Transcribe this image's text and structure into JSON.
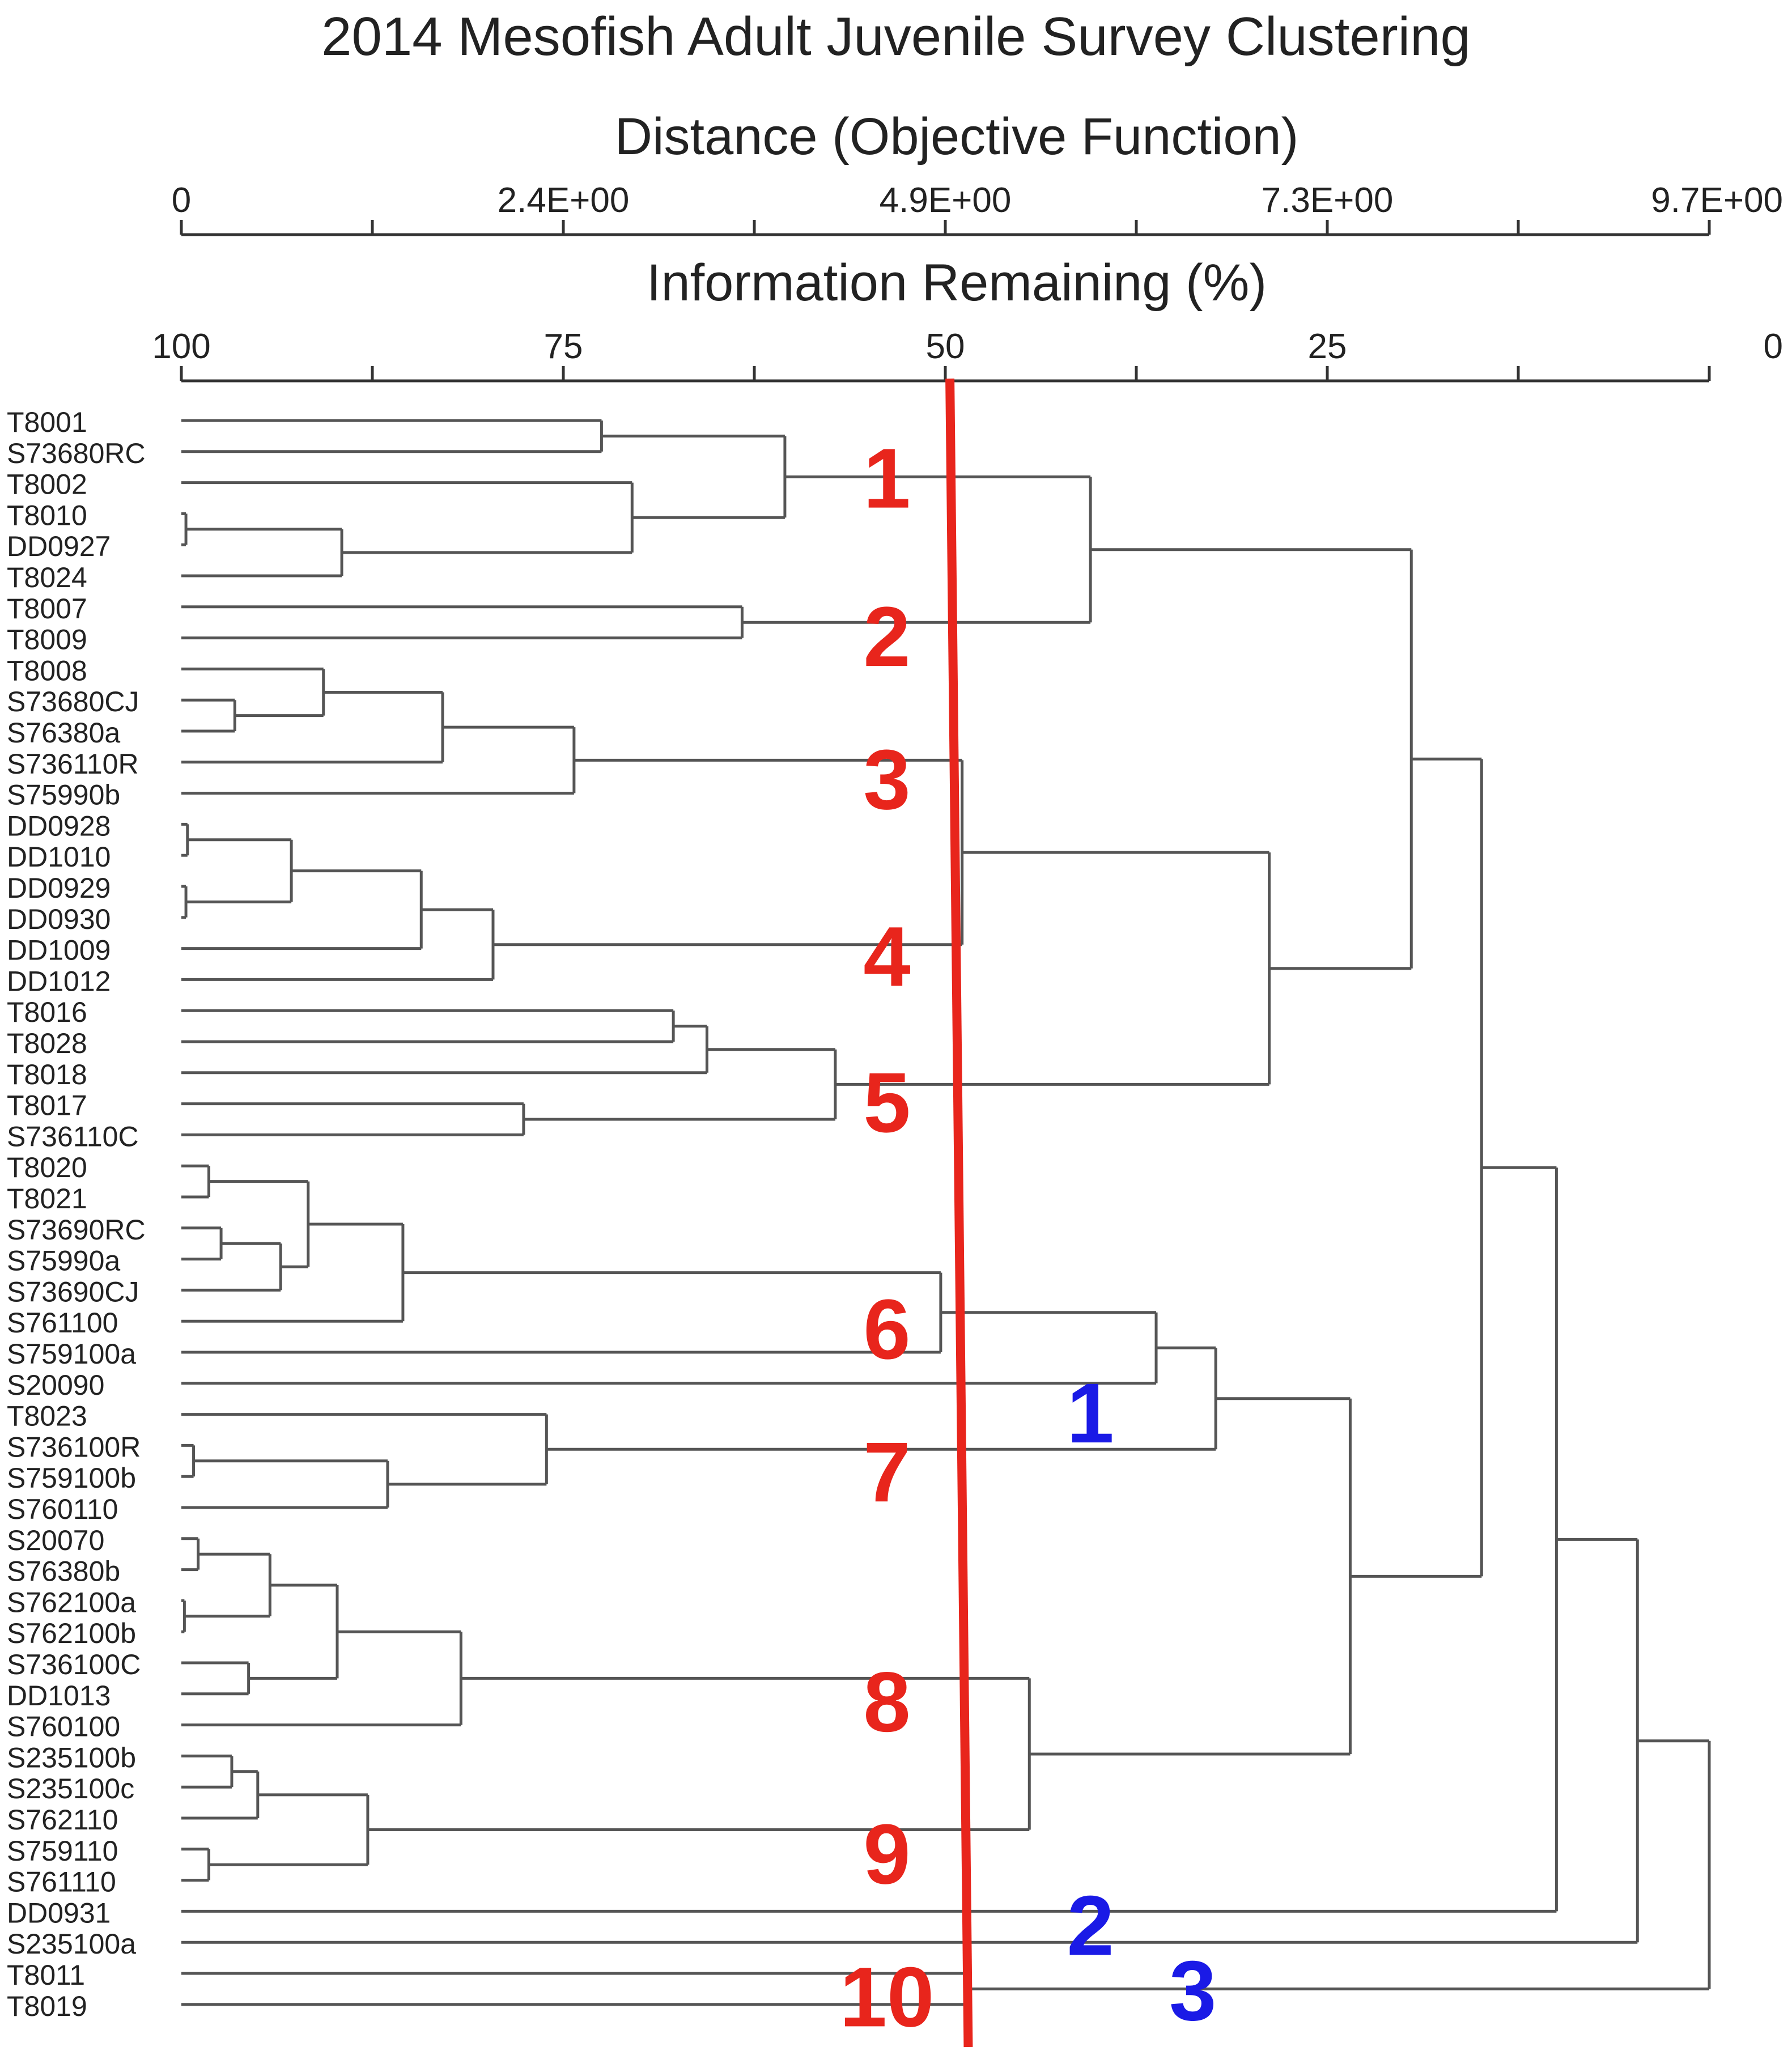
{
  "title": "2014 Mesofish Adult Juvenile Survey Clustering",
  "top_axis": {
    "label": "Distance (Objective Function)",
    "tick_labels": [
      "0",
      "2.4E+00",
      "4.9E+00",
      "7.3E+00",
      "9.7E+00"
    ]
  },
  "bottom_axis": {
    "label": "Information Remaining (%)",
    "tick_labels": [
      "100",
      "75",
      "50",
      "25",
      "0"
    ]
  },
  "leaves": [
    "T8001",
    "S73680RC",
    "T8002",
    "T8010",
    "DD0927",
    "T8024",
    "T8007",
    "T8009",
    "T8008",
    "S73680CJ",
    "S76380a",
    "S736110R",
    "S75990b",
    "DD0928",
    "DD1010",
    "DD0929",
    "DD0930",
    "DD1009",
    "DD1012",
    "T8016",
    "T8028",
    "T8018",
    "T8017",
    "S736110C",
    "T8020",
    "T8021",
    "S73690RC",
    "S75990a",
    "S73690CJ",
    "S761100",
    "S759100a",
    "S20090",
    "T8023",
    "S736100R",
    "S759100b",
    "S760110",
    "S20070",
    "S76380b",
    "S762100a",
    "S762100b",
    "S736100C",
    "DD1013",
    "S760100",
    "S235100b",
    "S235100c",
    "S762110",
    "S759110",
    "S761110",
    "DD0931",
    "S235100a",
    "T8011",
    "T8019"
  ],
  "merges": [
    {
      "a": "L0",
      "b": "L1",
      "info": 72.5
    },
    {
      "a": "L3",
      "b": "L4",
      "info": 99.7
    },
    {
      "a": "M1",
      "b": "L5",
      "info": 89.5
    },
    {
      "a": "L2",
      "b": "M2",
      "info": 70.5
    },
    {
      "a": "M0",
      "b": "M3",
      "info": 60.5
    },
    {
      "a": "L6",
      "b": "L7",
      "info": 63.3
    },
    {
      "a": "M4",
      "b": "M5",
      "info": 40.5
    },
    {
      "a": "L9",
      "b": "L10",
      "info": 96.5
    },
    {
      "a": "L8",
      "b": "M7",
      "info": 90.7
    },
    {
      "a": "M8",
      "b": "L11",
      "info": 82.9
    },
    {
      "a": "M9",
      "b": "L12",
      "info": 74.3
    },
    {
      "a": "L13",
      "b": "L14",
      "info": 99.6
    },
    {
      "a": "L15",
      "b": "L16",
      "info": 99.7
    },
    {
      "a": "M11",
      "b": "M12",
      "info": 92.8
    },
    {
      "a": "M13",
      "b": "L17",
      "info": 84.3
    },
    {
      "a": "M14",
      "b": "L18",
      "info": 79.6
    },
    {
      "a": "M10",
      "b": "M15",
      "info": 48.9
    },
    {
      "a": "L19",
      "b": "L20",
      "info": 67.8
    },
    {
      "a": "M17",
      "b": "L21",
      "info": 65.6
    },
    {
      "a": "L22",
      "b": "L23",
      "info": 77.6
    },
    {
      "a": "M18",
      "b": "M19",
      "info": 57.2
    },
    {
      "a": "M16",
      "b": "M20",
      "info": 28.8
    },
    {
      "a": "M6",
      "b": "M21",
      "info": 19.5
    },
    {
      "a": "L24",
      "b": "L25",
      "info": 98.2
    },
    {
      "a": "L26",
      "b": "L27",
      "info": 97.4
    },
    {
      "a": "M24",
      "b": "L28",
      "info": 93.5
    },
    {
      "a": "M23",
      "b": "M25",
      "info": 91.7
    },
    {
      "a": "M26",
      "b": "L29",
      "info": 85.5
    },
    {
      "a": "M27",
      "b": "L30",
      "info": 50.3
    },
    {
      "a": "M28",
      "b": "L31",
      "info": 36.2
    },
    {
      "a": "L33",
      "b": "L34",
      "info": 99.2
    },
    {
      "a": "M30",
      "b": "L35",
      "info": 86.5
    },
    {
      "a": "L32",
      "b": "M31",
      "info": 76.1
    },
    {
      "a": "M29",
      "b": "M32",
      "info": 32.3
    },
    {
      "a": "L36",
      "b": "L37",
      "info": 98.9
    },
    {
      "a": "L38",
      "b": "L39",
      "info": 99.8
    },
    {
      "a": "M34",
      "b": "M35",
      "info": 94.2
    },
    {
      "a": "L40",
      "b": "L41",
      "info": 95.6
    },
    {
      "a": "M36",
      "b": "M37",
      "info": 89.8
    },
    {
      "a": "M38",
      "b": "L42",
      "info": 81.7
    },
    {
      "a": "L43",
      "b": "L44",
      "info": 96.7
    },
    {
      "a": "M40",
      "b": "L45",
      "info": 95.0
    },
    {
      "a": "L46",
      "b": "L47",
      "info": 98.2
    },
    {
      "a": "M41",
      "b": "M42",
      "info": 87.8
    },
    {
      "a": "M39",
      "b": "M43",
      "info": 44.5
    },
    {
      "a": "M33",
      "b": "M44",
      "info": 23.5
    },
    {
      "a": "M22",
      "b": "M45",
      "info": 14.9
    },
    {
      "a": "M46",
      "b": "L48",
      "info": 10.0
    },
    {
      "a": "M47",
      "b": "L49",
      "info": 4.7
    },
    {
      "a": "L50",
      "b": "L51",
      "info": 48.5
    },
    {
      "a": "M48",
      "b": "M49",
      "info": 0.0
    }
  ],
  "cut_line": {
    "color": "#e8251c",
    "info_top": 49.7,
    "info_bottom": 48.5
  },
  "group_labels_red": [
    {
      "text": "1",
      "at_leaf": 1.8
    },
    {
      "text": "2",
      "at_leaf": 6.9
    },
    {
      "text": "3",
      "at_leaf": 11.5
    },
    {
      "text": "4",
      "at_leaf": 17.2
    },
    {
      "text": "5",
      "at_leaf": 21.9
    },
    {
      "text": "6",
      "at_leaf": 29.2
    },
    {
      "text": "7",
      "at_leaf": 33.8
    },
    {
      "text": "8",
      "at_leaf": 41.2
    },
    {
      "text": "9",
      "at_leaf": 46.1
    },
    {
      "text": "10",
      "at_leaf": 50.7
    }
  ],
  "group_labels_blue": [
    {
      "text": "1",
      "info": 40.5,
      "at_leaf": 31.9
    },
    {
      "text": "2",
      "info": 40.5,
      "at_leaf": 48.4
    },
    {
      "text": "3",
      "info": 33.8,
      "at_leaf": 50.5
    }
  ],
  "colors": {
    "red": "#e8251c",
    "blue": "#1a1ae6",
    "line": "#555555",
    "axis": "#333333"
  }
}
